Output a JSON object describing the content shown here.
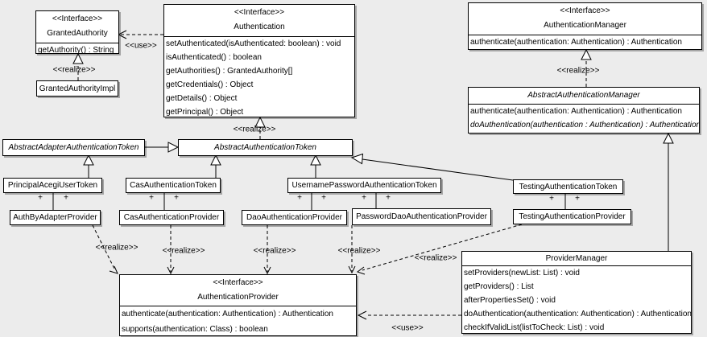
{
  "labels": {
    "interface": "<<Interface>>",
    "realize": "<<realize>>",
    "use": "<<use>>",
    "plus": "+"
  },
  "classes": {
    "grantedAuthority": {
      "name": "GrantedAuthority",
      "methods": [
        "getAuthority() : String"
      ]
    },
    "grantedAuthorityImpl": {
      "name": "GrantedAuthorityImpl"
    },
    "authentication": {
      "name": "Authentication",
      "methods": [
        "setAuthenticated(isAuthenticated: boolean) : void",
        "isAuthenticated() : boolean",
        "getAuthorities() : GrantedAuthority[]",
        "getCredentials() : Object",
        "getDetails() : Object",
        "getPrincipal() : Object"
      ]
    },
    "authenticationManager": {
      "name": "AuthenticationManager",
      "methods": [
        "authenticate(authentication: Authentication) : Authentication"
      ]
    },
    "abstractAuthenticationManager": {
      "name": "AbstractAuthenticationManager",
      "methods": [
        "authenticate(authentication: Authentication) : Authentication",
        "doAuthentication(authentication : Authentication) : Authentication"
      ]
    },
    "abstractAdapterAuthenticationToken": {
      "name": "AbstractAdapterAuthenticationToken"
    },
    "abstractAuthenticationToken": {
      "name": "AbstractAuthenticationToken"
    },
    "principalAcegiUserToken": {
      "name": "PrincipalAcegiUserToken"
    },
    "casAuthenticationToken": {
      "name": "CasAuthenticationToken"
    },
    "usernamePasswordAuthenticationToken": {
      "name": "UsernamePasswordAuthenticationToken"
    },
    "testingAuthenticationToken": {
      "name": "TestingAuthenticationToken"
    },
    "authByAdapterProvider": {
      "name": "AuthByAdapterProvider"
    },
    "casAuthenticationProvider": {
      "name": "CasAuthenticationProvider"
    },
    "daoAuthenticationProvider": {
      "name": "DaoAuthenticationProvider"
    },
    "passwordDaoAuthenticationProvider": {
      "name": "PasswordDaoAuthenticationProvider"
    },
    "testingAuthenticationProvider": {
      "name": "TestingAuthenticationProvider"
    },
    "authenticationProvider": {
      "name": "AuthenticationProvider",
      "methods": [
        "authenticate(authentication: Authentication) : Authentication",
        "supports(authentication: Class) : boolean"
      ]
    },
    "providerManager": {
      "name": "ProviderManager",
      "methods": [
        "setProviders(newList: List) : void",
        "getProviders() : List",
        "afterPropertiesSet() : void",
        "doAuthentication(authentication: Authentication) : Authentication",
        "checkIfValidList(listToCheck: List) : void"
      ]
    }
  }
}
